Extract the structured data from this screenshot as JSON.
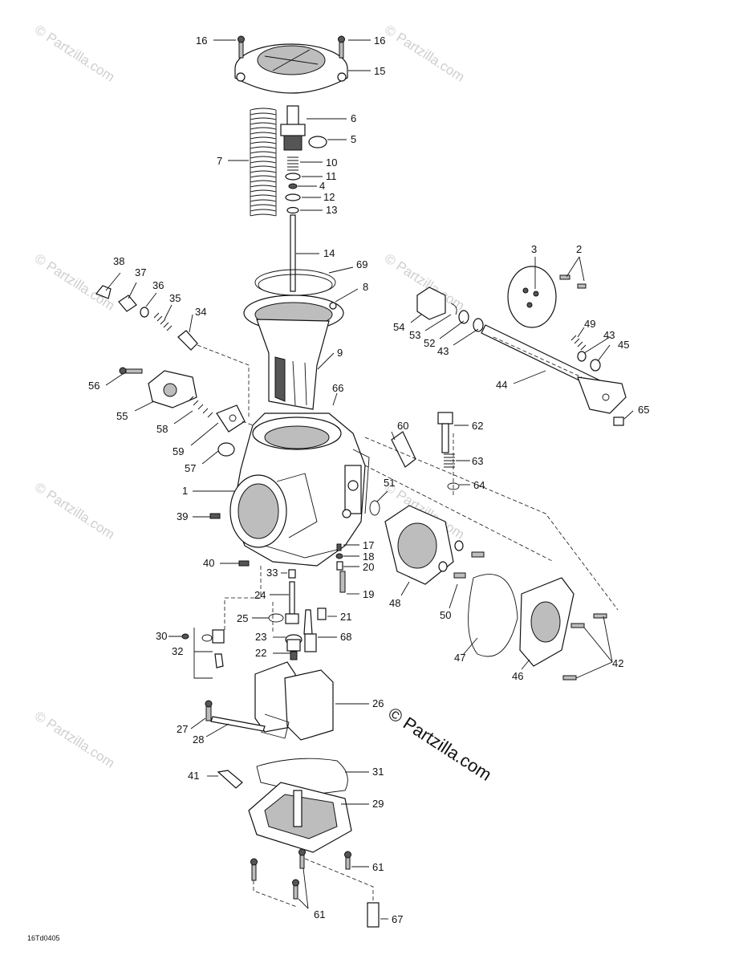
{
  "diagram": {
    "reference_code": "16Td0405",
    "copyright": "© Partzilla.com",
    "watermark_text": "© Partzilla.com",
    "part_labels": {
      "p1": "1",
      "p2": "2",
      "p3": "3",
      "p4": "4",
      "p5": "5",
      "p6": "6",
      "p7": "7",
      "p8": "8",
      "p9": "9",
      "p10": "10",
      "p11": "11",
      "p12": "12",
      "p13": "13",
      "p14": "14",
      "p15": "15",
      "p16a": "16",
      "p16b": "16",
      "p17": "17",
      "p18": "18",
      "p19": "19",
      "p20": "20",
      "p21": "21",
      "p22": "22",
      "p23": "23",
      "p24": "24",
      "p25": "25",
      "p26": "26",
      "p27": "27",
      "p28": "28",
      "p29": "29",
      "p30": "30",
      "p31": "31",
      "p32": "32",
      "p33": "33",
      "p34": "34",
      "p35": "35",
      "p36": "36",
      "p37": "37",
      "p38": "38",
      "p39": "39",
      "p40": "40",
      "p41": "41",
      "p42": "42",
      "p43a": "43",
      "p43b": "43",
      "p44": "44",
      "p45": "45",
      "p46": "46",
      "p47": "47",
      "p48": "48",
      "p49": "49",
      "p50": "50",
      "p51": "51",
      "p52": "52",
      "p53": "53",
      "p54": "54",
      "p55": "55",
      "p56": "56",
      "p57": "57",
      "p58": "58",
      "p59": "59",
      "p60": "60",
      "p61a": "61",
      "p61b": "61",
      "p62": "62",
      "p63": "63",
      "p64": "64",
      "p65": "65",
      "p66": "66",
      "p67": "67",
      "p68": "68",
      "p69": "69"
    }
  }
}
